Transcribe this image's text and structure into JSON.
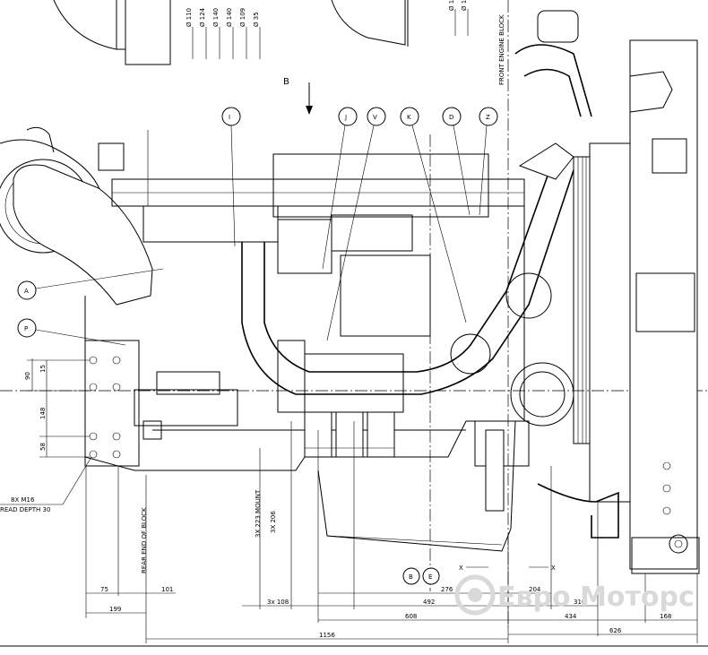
{
  "view_marker": "B",
  "callouts": [
    "I",
    "J",
    "V",
    "K",
    "D",
    "Z",
    "A",
    "P",
    "B",
    "E"
  ],
  "top_diameters": [
    "Ø 110",
    "Ø 124",
    "Ø 140",
    "Ø 140",
    "Ø 109",
    "Ø 35"
  ],
  "top_right_diameters": [
    "Ø 1",
    "Ø 1"
  ],
  "labels": {
    "front_engine_block": "FRONT ENGINE BLOCK",
    "rear_end_of_block": "REAR END OF BLOCK",
    "mount": "3X 223 MOUNT",
    "dim_206": "3X 206",
    "bolt_spec": "8X M16",
    "thread_depth": "READ DEPTH 30",
    "x_mark_left": "X",
    "x_mark_right": "X"
  },
  "vertical_dims": [
    "90",
    "15",
    "148",
    "58"
  ],
  "horizontal_dims": {
    "d75": "75",
    "d101": "101",
    "d199": "199",
    "d3x108": "3x 108",
    "d276": "276",
    "d492": "492",
    "d204": "204",
    "d310": "310",
    "d608": "608",
    "d434": "434",
    "d168": "168",
    "d626": "626",
    "d1156": "1156"
  },
  "watermark": "Евро Моторс"
}
